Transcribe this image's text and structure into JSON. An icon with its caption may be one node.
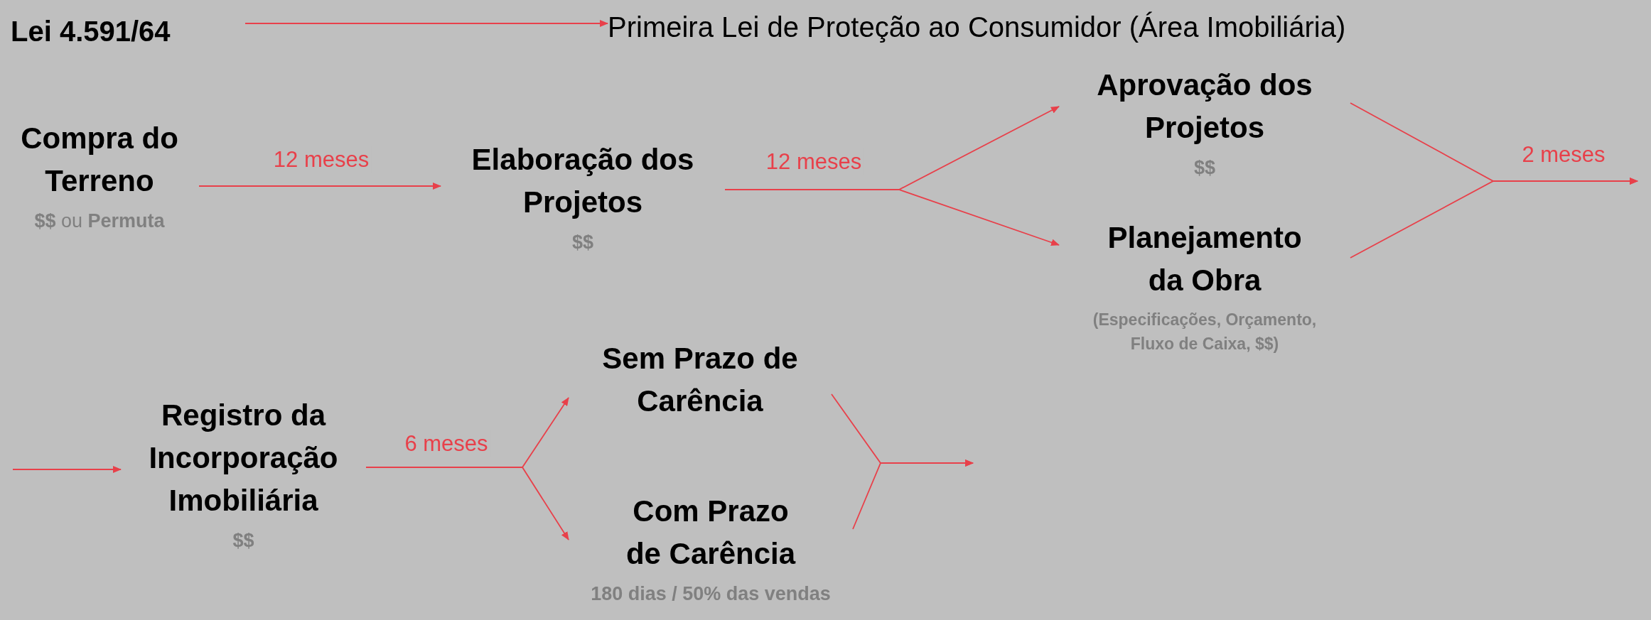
{
  "diagram": {
    "nodes": [
      {
        "text": [
          "Lei 4.591/64"
        ]
      },
      {
        "text": [
          "Primeira Lei de Proteção ao Consumidor (Área Imobiliária)"
        ]
      },
      {
        "text": [
          "Compra do Terreno"
        ],
        "beside": [
          "**$$** ou **Permuta**"
        ]
      },
      {
        "text": [
          "Elaboração dos Projetos"
        ],
        "beside": [
          "$$"
        ]
      },
      {
        "text": [
          "Aprovação dos Projetos"
        ],
        "beside": [
          "$$"
        ]
      },
      {
        "text": [
          "Planejamento da Obra"
        ],
        "beside": [
          "(Especificações, Orçamento, Fluxo de Caixa, $$)"
        ]
      },
      {
        "text": [
          "Registro da Incorporação Imobiliária"
        ],
        "beside": [
          "$$"
        ]
      },
      {
        "text": [
          "Sem Prazo de Carência"
        ]
      },
      {
        "text": [
          "Com Prazo de Carência"
        ],
        "beside": [
          "180 dias / 50% das vendas"
        ]
      }
    ],
    "edges": [
      {
        "from": 0,
        "to": 1,
        "arrow": "to"
      },
      {
        "from": 2,
        "to": 3,
        "arrow": "to",
        "label": "12 meses"
      },
      {
        "from": 3,
        "to": 4,
        "arrow": "to",
        "label": "12 meses"
      },
      {
        "from": 3,
        "to": 5,
        "arrow": "to"
      },
      {
        "from": 4,
        "to": null,
        "arrow": "to",
        "label": "2 meses"
      },
      {
        "from": 5,
        "to": null,
        "arrow": "to"
      },
      {
        "from": null,
        "to": 6,
        "arrow": "to"
      },
      {
        "from": 6,
        "to": 7,
        "arrow": "to",
        "label": "6 meses"
      },
      {
        "from": 6,
        "to": 8,
        "arrow": "to"
      },
      {
        "from": 7,
        "to": null,
        "arrow": "to"
      },
      {
        "from": 8,
        "to": null,
        "arrow": "to"
      }
    ]
  }
}
